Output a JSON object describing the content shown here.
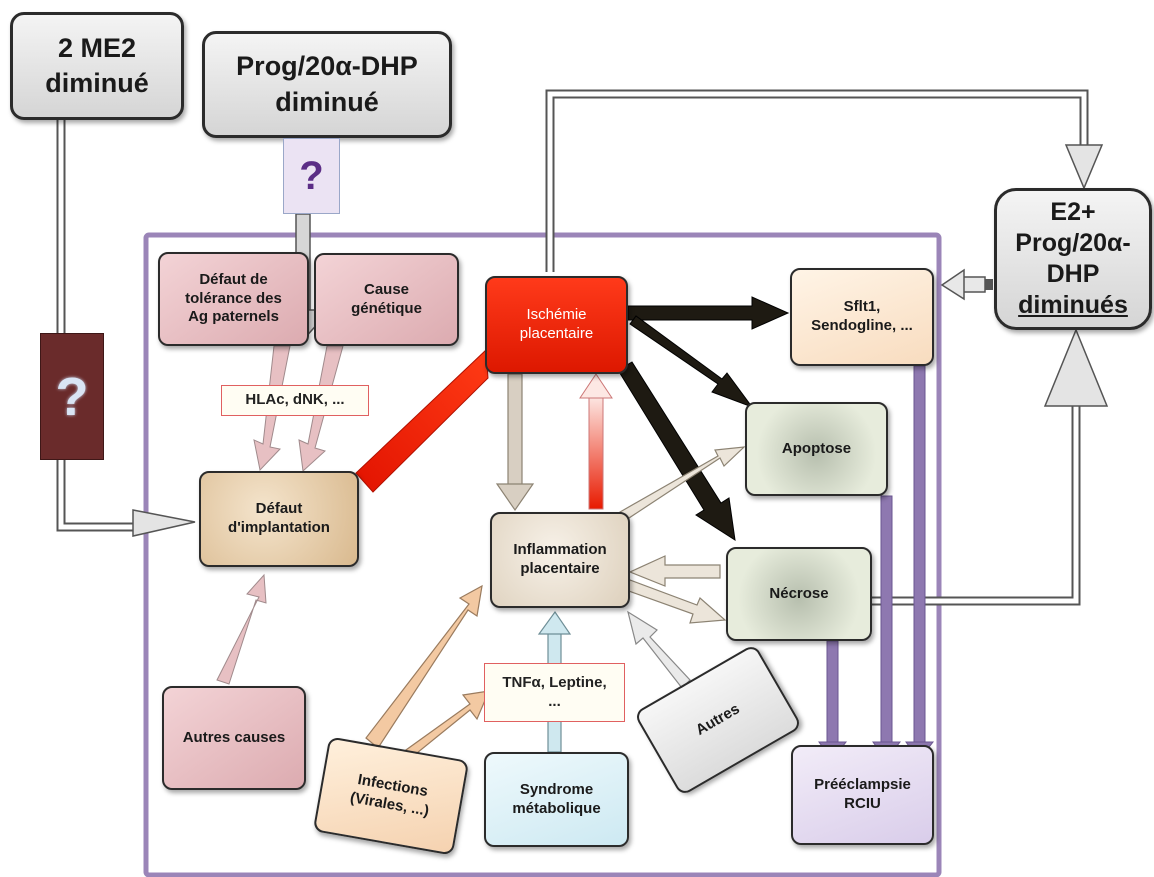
{
  "nodes": {
    "me2": "2 ME2\ndiminué",
    "prog": "Prog/20α-DHP\ndiminué",
    "e2": "E2+\nProg/20α-\nDHP",
    "e2_underlined": "diminués",
    "defaut_tolerance": "Défaut de\ntolérance des\nAg paternels",
    "cause_genetique": "Cause\ngénétique",
    "ischemie": "Ischémie\nplacentaire",
    "sflt1": "Sflt1,\nSendogline, ...",
    "apoptose": "Apoptose",
    "defaut_implantation": "Défaut\nd'implantation",
    "inflammation": "Inflammation\nplacentaire",
    "necrose": "Nécrose",
    "autres_causes": "Autres causes",
    "infections": "Infections\n(Virales, ...)",
    "syndrome": "Syndrome\nmétabolique",
    "autres": "Autres",
    "preeclampsie": "Prééclampsie\nRCIU"
  },
  "labels": {
    "hlac": "HLAc, dNK, ...",
    "tnf": "TNFα, Leptine,\n..."
  },
  "question_marks": {
    "top": "?",
    "left": "?"
  },
  "colors": {
    "frame": "#9b85b8",
    "ischemie": "#f2260a",
    "black_arrow": "#1e1a12",
    "purple_arrow": "#8e78b0",
    "pink_arrow": "#e7c0c3",
    "tan_arrow": "#d8cfc2",
    "peach_arrow": "#f3c9a2",
    "light_blue_arrow": "#cfe8ef",
    "question_top": "#5b2d86",
    "question_left_bg": "#6a2b2b"
  }
}
